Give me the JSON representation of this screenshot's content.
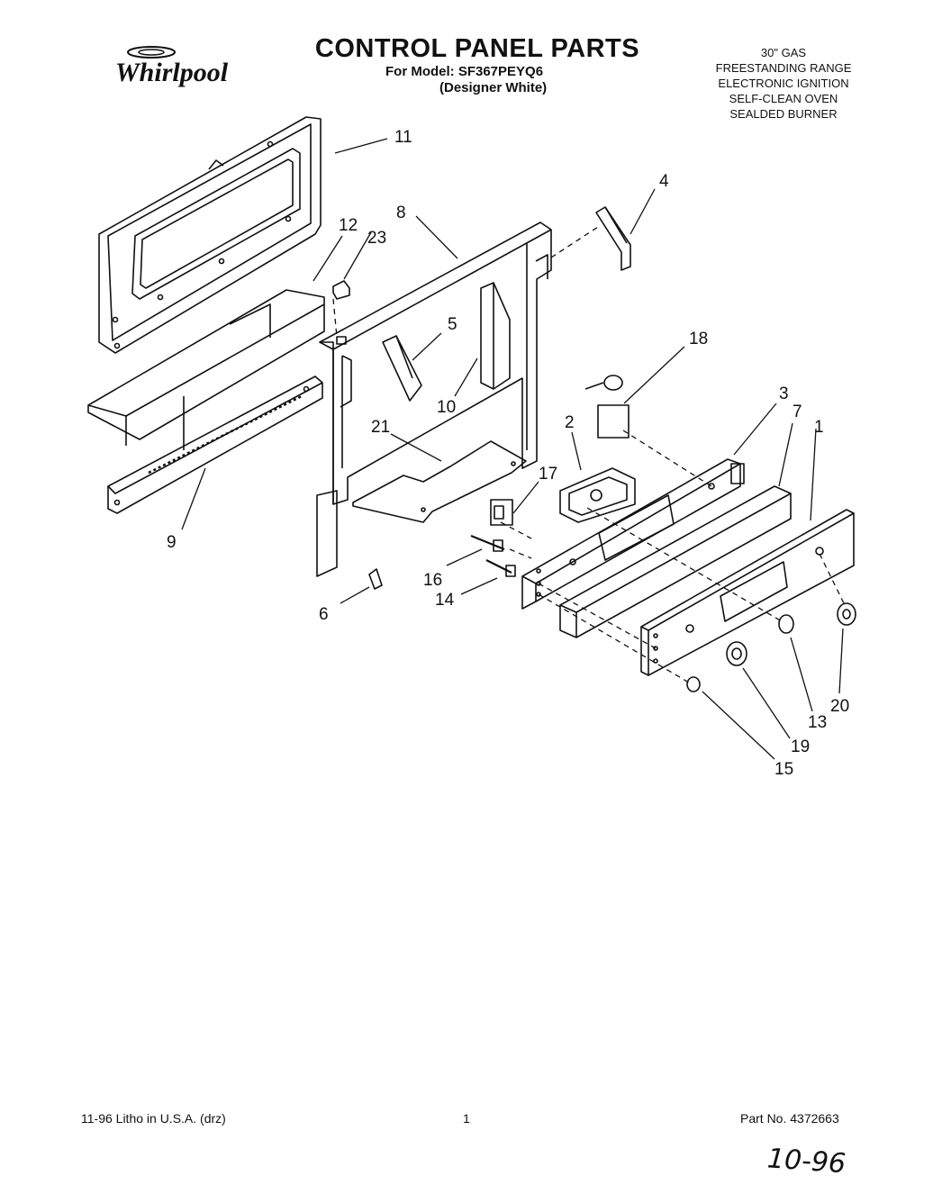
{
  "header": {
    "brand": "Whirlpool",
    "title": "CONTROL PANEL PARTS",
    "model_line": "For Model: SF367PEYQ6",
    "model_variant": "(Designer White)"
  },
  "spec_lines": [
    "30\" GAS",
    "FREESTANDING RANGE",
    "ELECTRONIC IGNITION",
    "SELF-CLEAN OVEN",
    "SEALDED BURNER"
  ],
  "callouts": {
    "c1": "1",
    "c2": "2",
    "c3": "3",
    "c4": "4",
    "c5": "5",
    "c6": "6",
    "c7": "7",
    "c8": "8",
    "c9": "9",
    "c10": "10",
    "c11": "11",
    "c12": "12",
    "c13": "13",
    "c14": "14",
    "c15": "15",
    "c16": "16",
    "c17": "17",
    "c18": "18",
    "c19": "19",
    "c20": "20",
    "c21": "21",
    "c23": "23"
  },
  "footer": {
    "left": "11-96 Litho in U.S.A. (drz)",
    "page_number": "1",
    "part_number": "Part No. 4372663",
    "handwritten_date": "10-96"
  }
}
